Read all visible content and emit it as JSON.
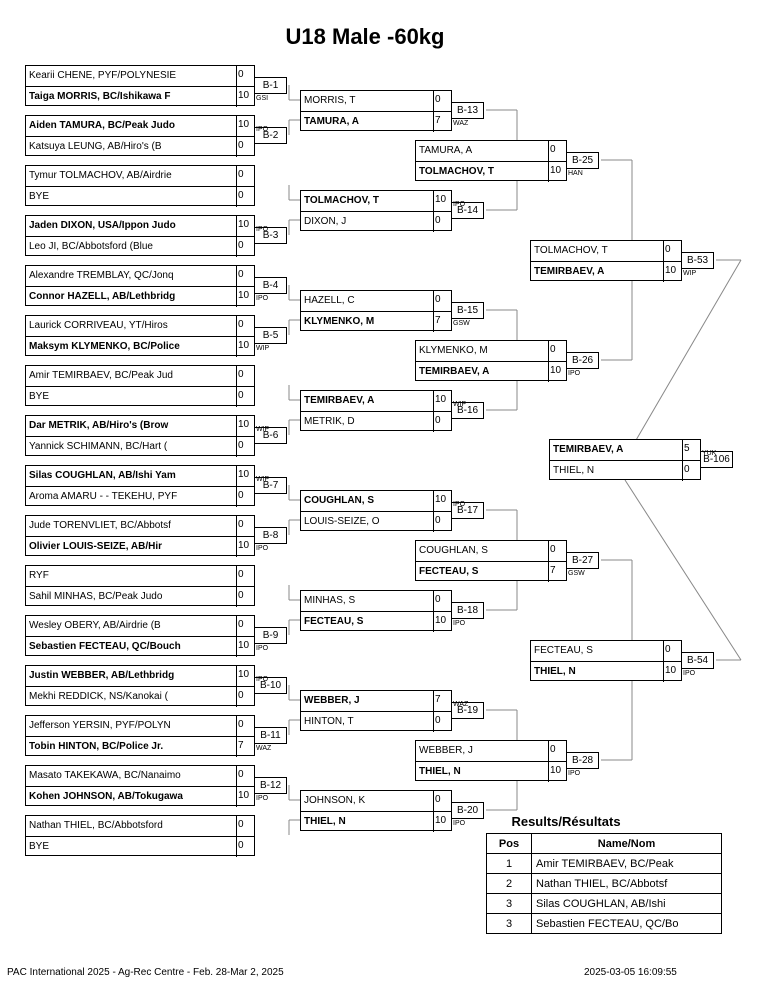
{
  "title": "U18 Male -60kg",
  "slots": [
    [
      "Kearii CHENE, PYF/POLYNESIE",
      "0",
      false,
      ""
    ],
    [
      "Taiga MORRIS, BC/Ishikawa F",
      "10",
      true,
      "GSI"
    ],
    [
      "Aiden TAMURA, BC/Peak Judo",
      "10",
      true,
      "IPO"
    ],
    [
      "Katsuya LEUNG, AB/Hiro's (B",
      "0",
      false,
      ""
    ],
    [
      "Tymur TOLMACHOV, AB/Airdrie",
      "0",
      false,
      ""
    ],
    [
      "BYE",
      "0",
      false,
      ""
    ],
    [
      "Jaden DIXON, USA/Ippon Judo",
      "10",
      true,
      "IPO"
    ],
    [
      "Leo JI, BC/Abbotsford (Blue",
      "0",
      false,
      ""
    ],
    [
      "Alexandre TREMBLAY, QC/Jonq",
      "0",
      false,
      ""
    ],
    [
      "Connor HAZELL, AB/Lethbridg",
      "10",
      true,
      "IPO"
    ],
    [
      "Laurick CORRIVEAU, YT/Hiros",
      "0",
      false,
      ""
    ],
    [
      "Maksym KLYMENKO, BC/Police",
      "10",
      true,
      "WIP"
    ],
    [
      "Amir TEMIRBAEV, BC/Peak Jud",
      "0",
      false,
      ""
    ],
    [
      "BYE",
      "0",
      false,
      ""
    ],
    [
      "Dar METRIK, AB/Hiro's (Brow",
      "10",
      true,
      "WIP"
    ],
    [
      "Yannick SCHIMANN, BC/Hart (",
      "0",
      false,
      ""
    ],
    [
      "Silas COUGHLAN, AB/Ishi Yam",
      "10",
      true,
      "WIP"
    ],
    [
      "Aroma AMARU - - TEKEHU, PYF",
      "0",
      false,
      ""
    ],
    [
      "Jude TORENVLIET, BC/Abbotsf",
      "0",
      false,
      ""
    ],
    [
      "Olivier LOUIS-SEIZE, AB/Hir",
      "10",
      true,
      "IPO"
    ],
    [
      "RYF",
      "0",
      false,
      ""
    ],
    [
      "Sahil MINHAS, BC/Peak Judo",
      "0",
      false,
      ""
    ],
    [
      "Wesley OBERY, AB/Airdrie (B",
      "0",
      false,
      ""
    ],
    [
      "Sebastien FECTEAU, QC/Bouch",
      "10",
      true,
      "IPO"
    ],
    [
      "Justin WEBBER, AB/Lethbridg",
      "10",
      true,
      "IPO"
    ],
    [
      "Mekhi REDDICK, NS/Kanokai (",
      "0",
      false,
      ""
    ],
    [
      "Jefferson YERSIN, PYF/POLYN",
      "0",
      false,
      ""
    ],
    [
      "Tobin HINTON, BC/Police Jr.",
      "7",
      true,
      "WAZ"
    ],
    [
      "Masato TAKEKAWA, BC/Nanaimo",
      "0",
      false,
      ""
    ],
    [
      "Kohen JOHNSON, AB/Tokugawa",
      "10",
      true,
      "IPO"
    ],
    [
      "Nathan THIEL, BC/Abbotsford",
      "0",
      false,
      ""
    ],
    [
      "BYE",
      "0",
      false,
      ""
    ]
  ],
  "r1_ids": [
    "B-1",
    "B-2",
    "B-3",
    "B-4",
    "B-5",
    "B-6",
    "B-7",
    "B-8",
    "B-9",
    "B-10",
    "B-11",
    "B-12"
  ],
  "r2": [
    [
      [
        "MORRIS, T",
        "0",
        false,
        ""
      ],
      [
        "TAMURA, A",
        "7",
        true,
        "WAZ"
      ],
      "B-13"
    ],
    [
      [
        "TOLMACHOV, T",
        "10",
        true,
        "IPO"
      ],
      [
        "DIXON, J",
        "0",
        false,
        ""
      ],
      "B-14"
    ],
    [
      [
        "HAZELL, C",
        "0",
        false,
        ""
      ],
      [
        "KLYMENKO, M",
        "7",
        true,
        "GSW"
      ],
      "B-15"
    ],
    [
      [
        "TEMIRBAEV, A",
        "10",
        true,
        "WIP"
      ],
      [
        "METRIK, D",
        "0",
        false,
        ""
      ],
      "B-16"
    ],
    [
      [
        "COUGHLAN, S",
        "10",
        true,
        "IPO"
      ],
      [
        "LOUIS-SEIZE, O",
        "0",
        false,
        ""
      ],
      "B-17"
    ],
    [
      [
        "MINHAS, S",
        "0",
        false,
        ""
      ],
      [
        "FECTEAU, S",
        "10",
        true,
        "IPO"
      ],
      "B-18"
    ],
    [
      [
        "WEBBER, J",
        "7",
        true,
        "WAZ"
      ],
      [
        "HINTON, T",
        "0",
        false,
        ""
      ],
      "B-19"
    ],
    [
      [
        "JOHNSON, K",
        "0",
        false,
        ""
      ],
      [
        "THIEL, N",
        "10",
        true,
        "IPO"
      ],
      "B-20"
    ]
  ],
  "r3": [
    [
      [
        "TAMURA, A",
        "0",
        false,
        ""
      ],
      [
        "TOLMACHOV, T",
        "10",
        true,
        "HAN"
      ],
      "B-25"
    ],
    [
      [
        "KLYMENKO, M",
        "0",
        false,
        ""
      ],
      [
        "TEMIRBAEV, A",
        "10",
        true,
        "IPO"
      ],
      "B-26"
    ],
    [
      [
        "COUGHLAN, S",
        "0",
        false,
        ""
      ],
      [
        "FECTEAU, S",
        "7",
        true,
        "GSW"
      ],
      "B-27"
    ],
    [
      [
        "WEBBER, J",
        "0",
        false,
        ""
      ],
      [
        "THIEL, N",
        "10",
        true,
        "IPO"
      ],
      "B-28"
    ]
  ],
  "r4": [
    [
      [
        "TOLMACHOV, T",
        "0",
        false,
        ""
      ],
      [
        "TEMIRBAEV, A",
        "10",
        true,
        "WIP"
      ],
      "B-53"
    ],
    [
      [
        "FECTEAU, S",
        "0",
        false,
        ""
      ],
      [
        "THIEL, N",
        "10",
        true,
        "IPO"
      ],
      "B-54"
    ]
  ],
  "final": [
    [
      "TEMIRBAEV, A",
      "5",
      true,
      "YUK"
    ],
    [
      "THIEL, N",
      "0",
      false,
      ""
    ],
    "B-106"
  ],
  "results": {
    "title": "Results/Résultats",
    "headers": [
      "Pos",
      "Name/Nom"
    ],
    "rows": [
      [
        "1",
        "Amir TEMIRBAEV, BC/Peak"
      ],
      [
        "2",
        "Nathan THIEL, BC/Abbotsf"
      ],
      [
        "3",
        "Silas COUGHLAN, AB/Ishi"
      ],
      [
        "3",
        "Sebastien FECTEAU, QC/Bo"
      ]
    ]
  },
  "footer": {
    "left": "PAC International 2025 - Ag-Rec Centre - Feb. 28-Mar 2, 2025",
    "right": "2025-03-05 16:09:55"
  }
}
